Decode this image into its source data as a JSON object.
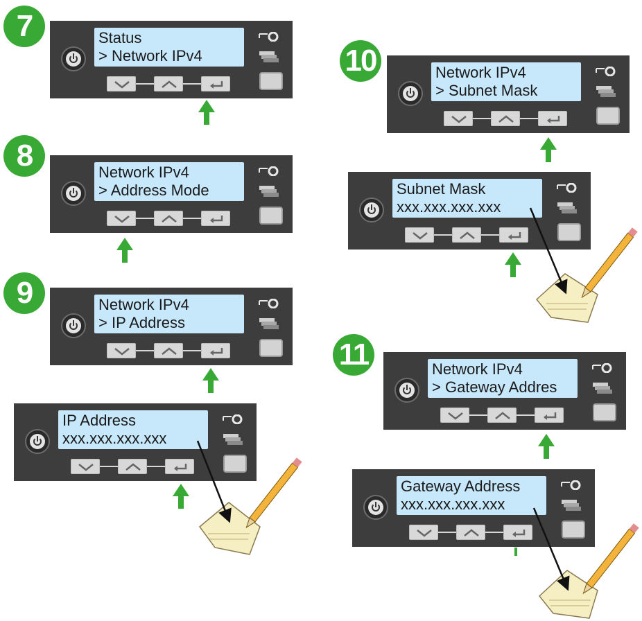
{
  "steps": [
    {
      "number": "7",
      "line1": "Status",
      "line2": "> Network IPv4"
    },
    {
      "number": "8",
      "line1": "Network IPv4",
      "line2": "> Address Mode"
    },
    {
      "number": "9",
      "line1": "Network IPv4",
      "line2": "> IP Address"
    },
    {
      "number": "10",
      "line1": "Network IPv4",
      "line2": "> Subnet Mask"
    },
    {
      "number": "11",
      "line1": "Network IPv4",
      "line2": "> Gateway Addres"
    }
  ],
  "sub_panels": [
    {
      "line1": "IP Address",
      "line2": "xxx.xxx.xxx.xxx"
    },
    {
      "line1": "Subnet Mask",
      "line2": "xxx.xxx.xxx.xxx"
    },
    {
      "line1": "Gateway Address",
      "line2": "xxx.xxx.xxx.xxx"
    }
  ],
  "icons": {
    "down": "chevron-down-icon",
    "up": "chevron-up-icon",
    "enter": "enter-icon",
    "power": "power-icon",
    "ribbon": "ribbon-icon",
    "cards": "card-stack-icon",
    "pencil": "pencil-icon",
    "note": "note-icon",
    "arrow": "green-up-arrow-icon"
  },
  "colors": {
    "step_badge": "#39a935",
    "panel": "#3d3d3d",
    "lcd": "#c7e7fb",
    "arrow": "#39a935"
  }
}
